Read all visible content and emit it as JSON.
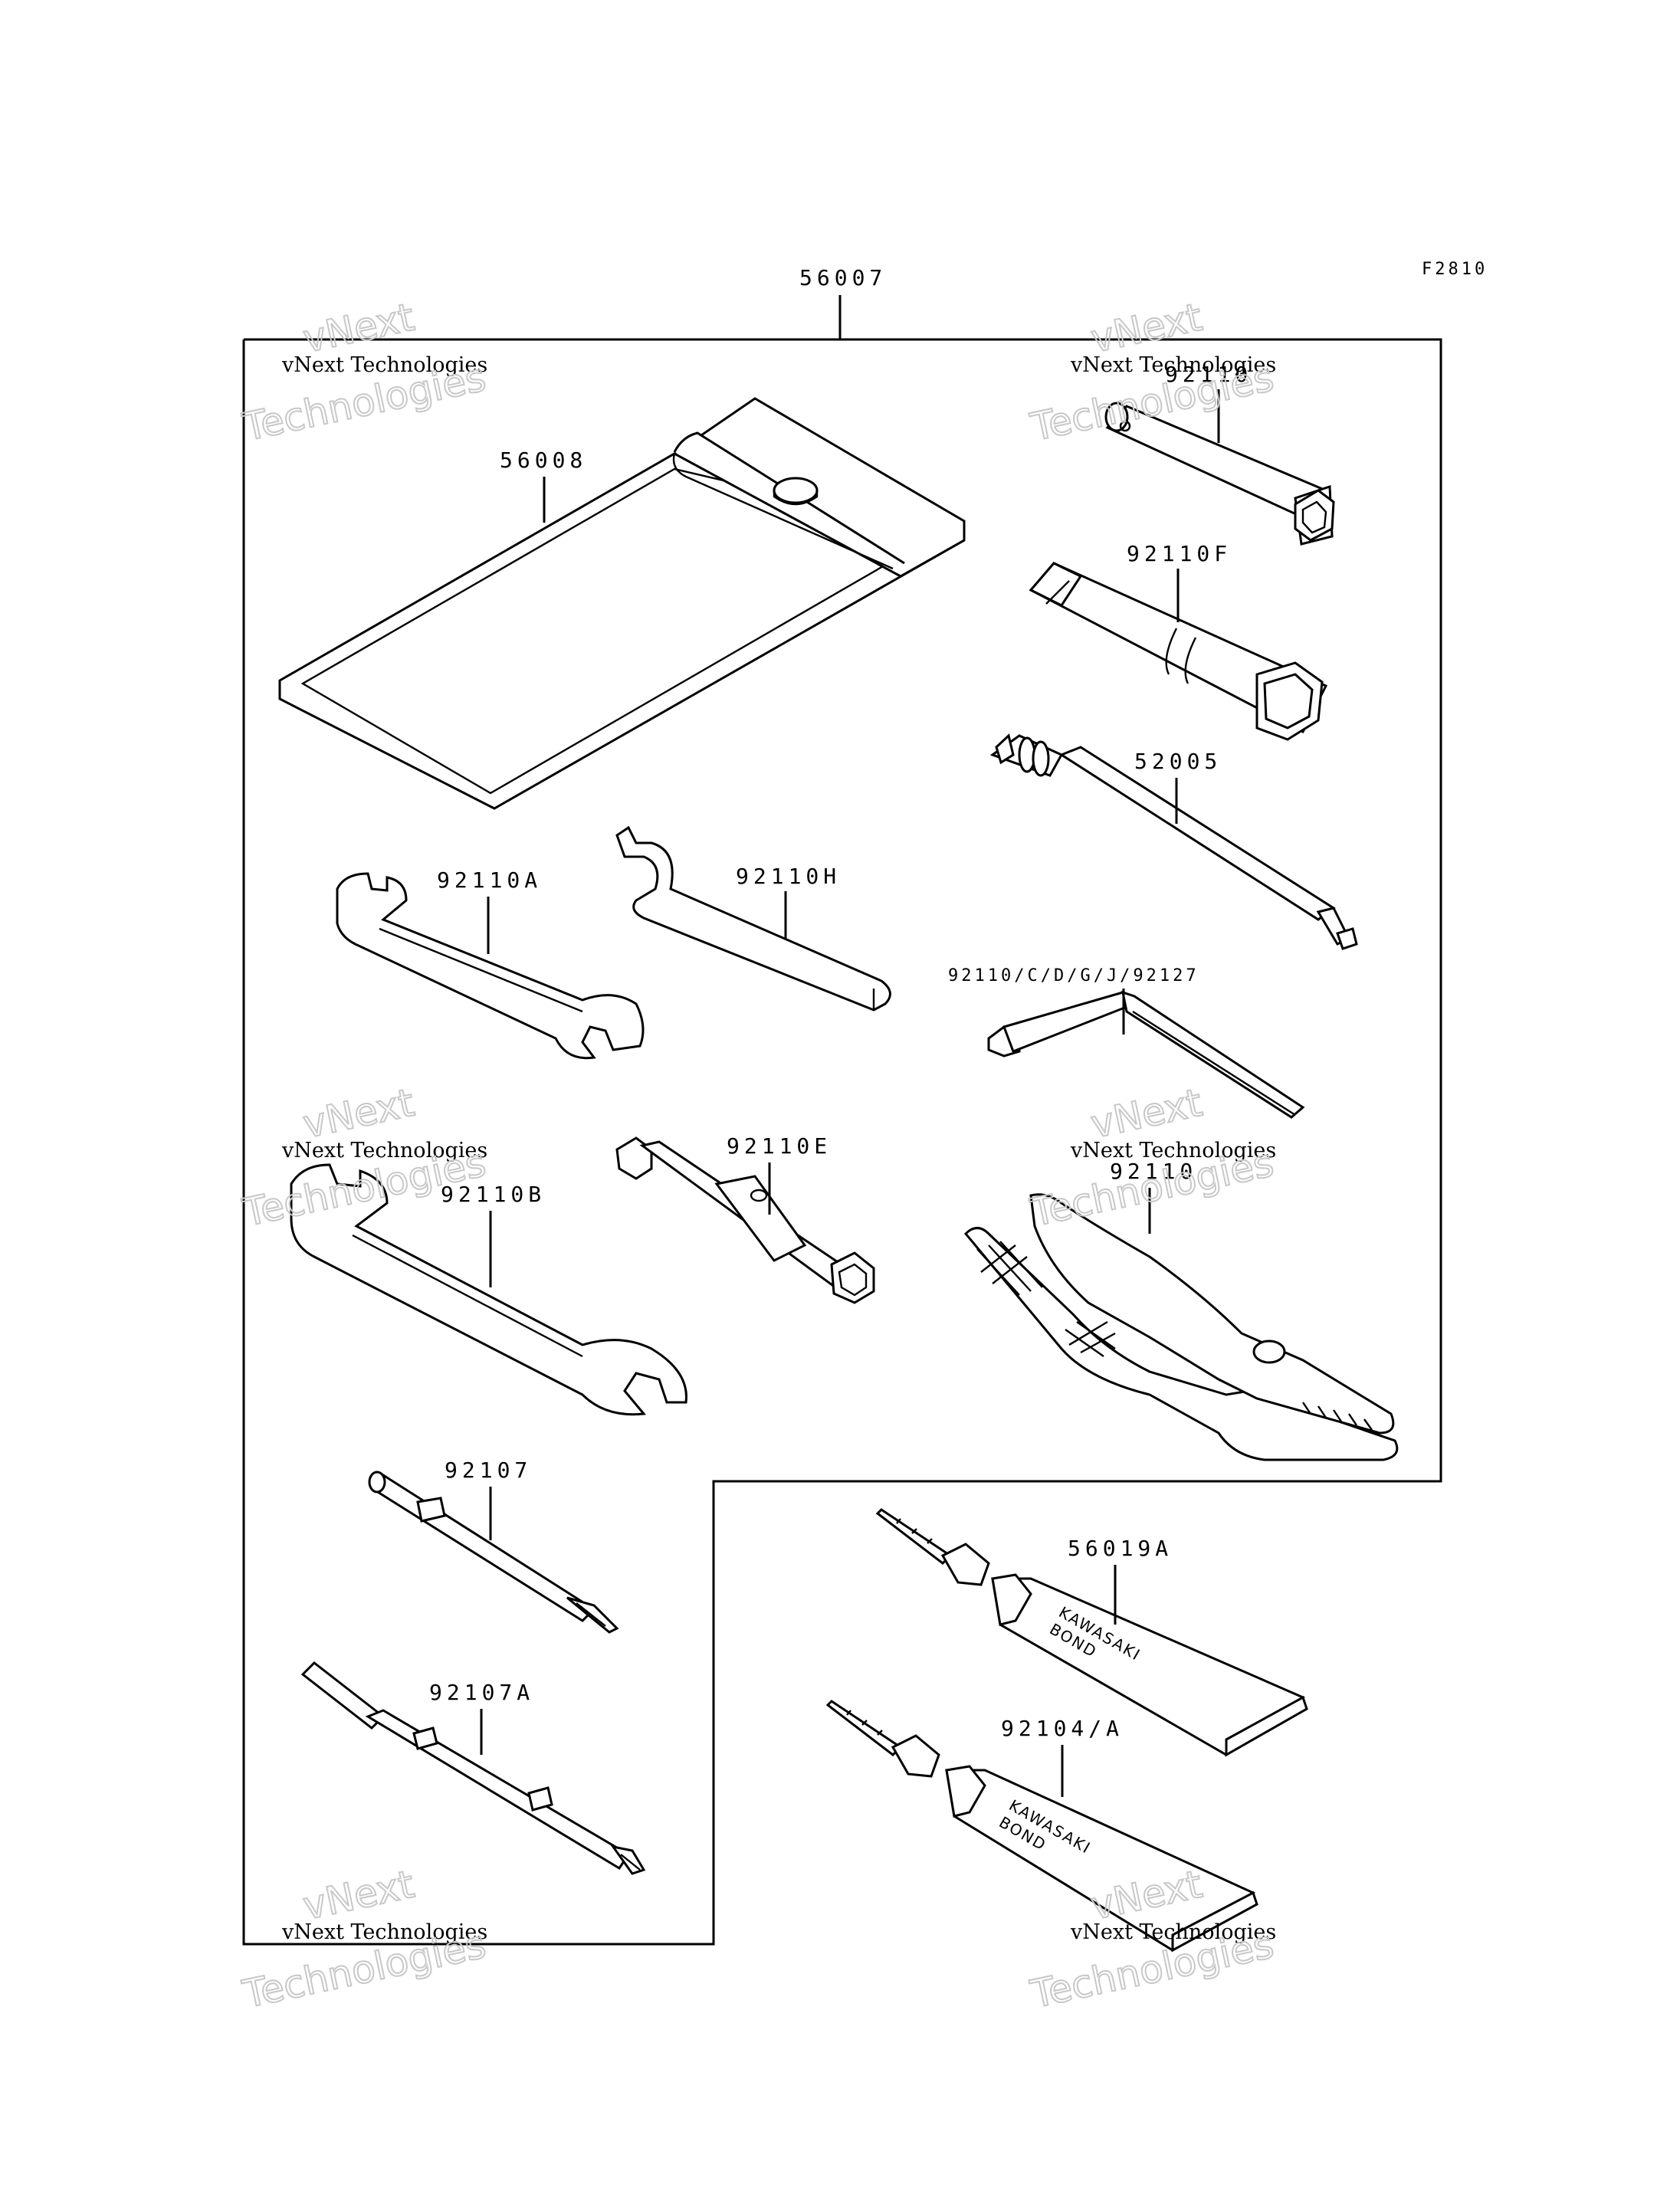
{
  "figure_code": "F2810",
  "parts": {
    "kit": "56007",
    "tool_bag": "56008",
    "socket_small": "92110",
    "plug_wrench": "92110F",
    "spoke_wrench": "52005",
    "wrench_a": "92110A",
    "hook_wrench": "92110H",
    "hex_keys": "92110/C/D/G/J/92127",
    "wrench_b": "92110B",
    "socket_e": "92110E",
    "pliers": "92110",
    "screwdriver": "92107",
    "screwdriver_a": "92107A",
    "bond_a": "56019A",
    "bond_b": "92104/A"
  },
  "tube_print": {
    "line1": "KAWASAKI",
    "line2": "BOND"
  },
  "watermark": {
    "line_a": "vNext",
    "line_b": "vNext Technologies",
    "line_c": "Technologies"
  }
}
